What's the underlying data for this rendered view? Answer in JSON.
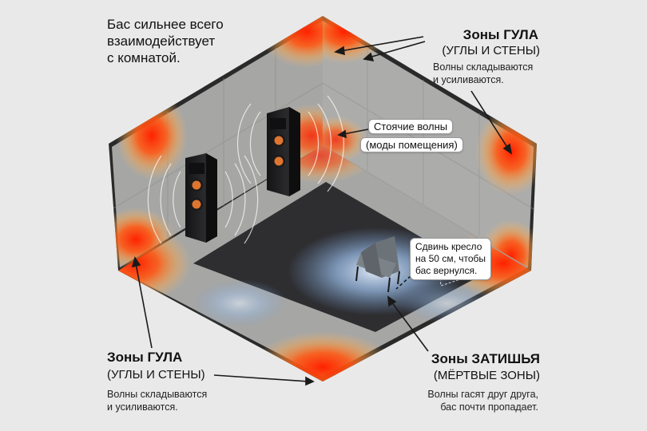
{
  "intro": "Бас сильнее всего\nвзаимодействует\nс комнатой.",
  "zone_boom_top": {
    "heading": "Зоны ГУЛА",
    "subheading": "(УГЛЫ И СТЕНЫ)",
    "note": "Волны складываются\nи усиливаются."
  },
  "standing_waves": {
    "line1": "Стоячие волны",
    "line2": "(моды помещения)"
  },
  "chair_tip": "Сдвинь кресло\nна 50 см, чтобы\nбас вернулся.",
  "zone_boom_bottom": {
    "heading": "Зоны ГУЛА",
    "subheading": "(УГЛЫ И СТЕНЫ)",
    "note": "Волны складываются\nи усиливаются."
  },
  "zone_dead": {
    "heading": "Зоны ЗАТИШЬЯ",
    "subheading": "(МЁРТВЫЕ ЗОНЫ)",
    "note": "Волны гасят друг друга,\nбас почти пропадает."
  },
  "colors": {
    "background": "#e9e9e9",
    "wall": "#a8a8a6",
    "floor": "#a9a9a7",
    "boom_red": "#ff2a00",
    "boom_orange": "#ff9a2a",
    "dead_blue": "#8fb8e6",
    "rug": "#2c2c2e",
    "speaker": "#1d1d1f",
    "woofer": "#e0752f"
  }
}
